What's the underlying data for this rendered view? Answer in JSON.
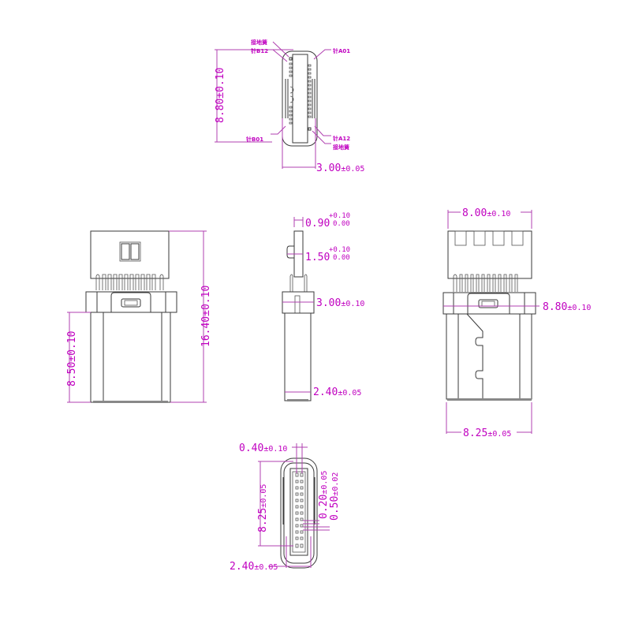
{
  "title": "USB Type-C male connector dimension drawing",
  "colors": {
    "dimension": "#c000c0",
    "outline": "#3a3a3a",
    "background": "#ffffff"
  },
  "units": "mm",
  "views": {
    "top_face": {
      "labels": {
        "ground_spring": "接地簧",
        "pin_b12": "针B12",
        "pin_a01": "针A01",
        "pin_b01": "针B01",
        "pin_a12": "针A12",
        "ground_pad": "接地簧"
      },
      "dims": {
        "height": "8.80±0.10",
        "width_main": "3.00",
        "width_tol": "±0.05"
      }
    },
    "front": {
      "dims": {
        "total_height": "16.40±0.10",
        "shell_height": "8.50±0.10"
      }
    },
    "side": {
      "dims": {
        "pcb_thickness": "0.90",
        "pcb_tol_plus": "+0.10",
        "pcb_tol_minus": "0.00",
        "tab_width": "1.50",
        "tab_tol_plus": "+0.10",
        "tab_tol_minus": "0.00",
        "mid_thickness": "3.00",
        "mid_tol": "±0.10",
        "shell_thickness": "2.40",
        "shell_tol": "±0.05"
      }
    },
    "back": {
      "dims": {
        "top_width": "8.00",
        "top_tol": "±0.10",
        "mid_width": "8.80",
        "mid_tol": "±0.10",
        "bottom_width": "8.25",
        "bottom_tol": "±0.05"
      }
    },
    "plug_face": {
      "dims": {
        "pin_width": "0.40",
        "pin_tol": "±0.10",
        "height": "8.25",
        "height_tol": "±0.05",
        "pin_gap": "0.20",
        "pin_gap_tol": "±0.05",
        "pin_pitch": "0.50",
        "pin_pitch_tol": "±0.02",
        "width": "2.40",
        "width_tol": "±0.05"
      }
    }
  }
}
